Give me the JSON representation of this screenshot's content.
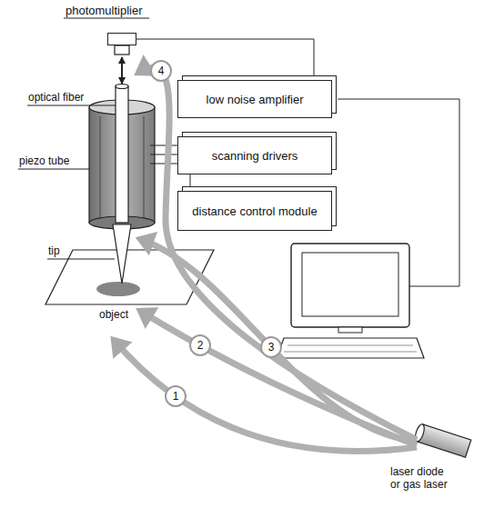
{
  "diagram": {
    "nodes": [
      {
        "text": [
          "photomultiplier"
        ]
      },
      {
        "text": [
          "4"
        ]
      },
      {
        "text": [
          "low noise amplifier"
        ]
      },
      {
        "text": [
          "scanning drivers"
        ]
      },
      {
        "text": [
          "3"
        ]
      },
      {
        "text": [
          "distance control module"
        ]
      },
      {
        "text": [
          "2"
        ]
      },
      {
        "text": [
          "1"
        ]
      }
    ],
    "edges": [
      {
        "from": 0,
        "to": 2,
        "arrow": "none"
      },
      {
        "from": 3,
        "to": 5,
        "arrow": "none"
      }
    ],
    "labels": [
      "optical fiber",
      "piezo tube",
      "tip",
      "object",
      "laser diode or gas laser"
    ]
  }
}
